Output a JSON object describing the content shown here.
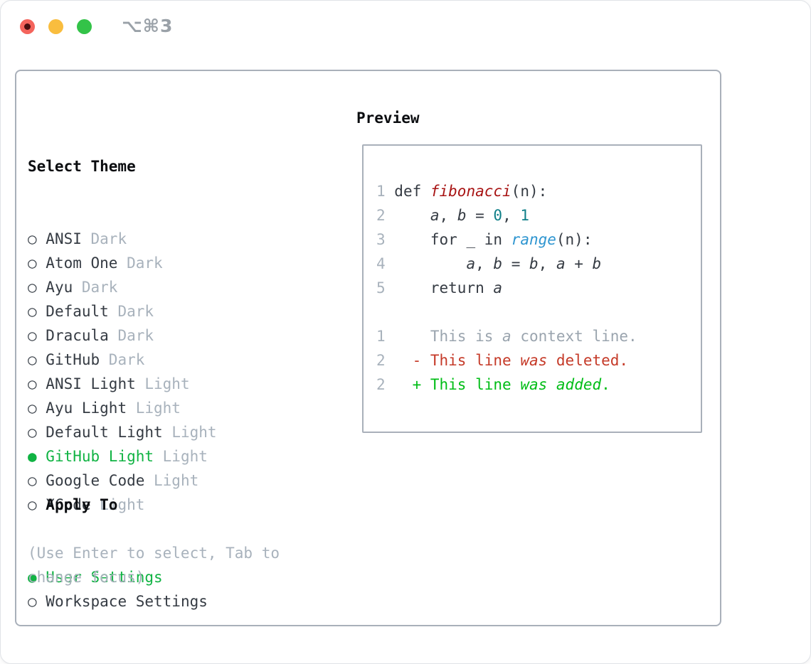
{
  "titlebar": {
    "shortcut": "⌥⌘3"
  },
  "colors": {
    "accent_green": "#10b343",
    "diff_add_green": "#00bd16",
    "diff_del_red": "#c53a28",
    "func_red": "#a81414",
    "number_teal": "#0f7f88",
    "builtin_blue": "#2e95d0",
    "text_dark": "#353b43",
    "header_black": "#0b0d10",
    "muted_gray": "#a8b2bc",
    "context_gray": "#9aa4ae",
    "panel_border": "#a9b0ba",
    "radio_outline": "#3e454d",
    "traffic_red": "#f4645c",
    "traffic_yellow": "#f9bd3e",
    "traffic_green": "#33c348",
    "shortcut_gray": "#9aa1a8"
  },
  "theme_panel": {
    "cursor": ">",
    "title": "Select Theme",
    "items": [
      {
        "name": "ANSI",
        "variant": "Dark",
        "selected": false
      },
      {
        "name": "Atom One",
        "variant": "Dark",
        "selected": false
      },
      {
        "name": "Ayu",
        "variant": "Dark",
        "selected": false
      },
      {
        "name": "Default",
        "variant": "Dark",
        "selected": false
      },
      {
        "name": "Dracula",
        "variant": "Dark",
        "selected": false
      },
      {
        "name": "GitHub",
        "variant": "Dark",
        "selected": false
      },
      {
        "name": "ANSI Light",
        "variant": "Light",
        "selected": false
      },
      {
        "name": "Ayu Light",
        "variant": "Light",
        "selected": false
      },
      {
        "name": "Default Light",
        "variant": "Light",
        "selected": false
      },
      {
        "name": "GitHub Light",
        "variant": "Light",
        "selected": true
      },
      {
        "name": "Google Code",
        "variant": "Light",
        "selected": false
      },
      {
        "name": "XCode",
        "variant": "Light",
        "selected": false
      }
    ],
    "apply_to": {
      "title": "Apply To",
      "options": [
        {
          "label": "User Settings",
          "selected": true
        },
        {
          "label": "Workspace Settings",
          "selected": false
        }
      ]
    },
    "hint": "(Use Enter to select, Tab to change focus)"
  },
  "preview": {
    "title": "Preview",
    "code_lines": [
      {
        "num": "1",
        "tokens": [
          {
            "t": "def ",
            "c": "plain"
          },
          {
            "t": "fibonacci",
            "c": "fn",
            "i": true
          },
          {
            "t": "(n):",
            "c": "plain"
          }
        ]
      },
      {
        "num": "2",
        "tokens": [
          {
            "t": "    ",
            "c": "plain"
          },
          {
            "t": "a",
            "c": "var",
            "i": true
          },
          {
            "t": ", ",
            "c": "plain"
          },
          {
            "t": "b",
            "c": "var",
            "i": true
          },
          {
            "t": " = ",
            "c": "plain"
          },
          {
            "t": "0",
            "c": "num"
          },
          {
            "t": ", ",
            "c": "plain"
          },
          {
            "t": "1",
            "c": "num"
          }
        ]
      },
      {
        "num": "3",
        "tokens": [
          {
            "t": "    for _ in ",
            "c": "plain"
          },
          {
            "t": "range",
            "c": "bi",
            "i": true
          },
          {
            "t": "(n):",
            "c": "plain"
          }
        ]
      },
      {
        "num": "4",
        "tokens": [
          {
            "t": "        ",
            "c": "plain"
          },
          {
            "t": "a",
            "c": "var",
            "i": true
          },
          {
            "t": ", ",
            "c": "plain"
          },
          {
            "t": "b",
            "c": "var",
            "i": true
          },
          {
            "t": " = ",
            "c": "plain"
          },
          {
            "t": "b",
            "c": "var",
            "i": true
          },
          {
            "t": ", ",
            "c": "plain"
          },
          {
            "t": "a",
            "c": "var",
            "i": true
          },
          {
            "t": " + ",
            "c": "plain"
          },
          {
            "t": "b",
            "c": "var",
            "i": true
          }
        ]
      },
      {
        "num": "5",
        "tokens": [
          {
            "t": "    return ",
            "c": "plain"
          },
          {
            "t": "a",
            "c": "var",
            "i": true
          }
        ]
      },
      {
        "num": "",
        "tokens": []
      },
      {
        "num": "1",
        "tokens": [
          {
            "t": "    This is ",
            "c": "ctx"
          },
          {
            "t": "a",
            "c": "ctx",
            "i": true
          },
          {
            "t": " context line.",
            "c": "ctx"
          }
        ]
      },
      {
        "num": "2",
        "tokens": [
          {
            "t": "  - This line ",
            "c": "del"
          },
          {
            "t": "was",
            "c": "del",
            "i": true
          },
          {
            "t": " deleted.",
            "c": "del"
          }
        ]
      },
      {
        "num": "2",
        "tokens": [
          {
            "t": "  + This line ",
            "c": "add"
          },
          {
            "t": "was",
            "c": "add",
            "i": true
          },
          {
            "t": " ",
            "c": "add"
          },
          {
            "t": "added",
            "c": "add",
            "i": true
          },
          {
            "t": ".",
            "c": "add"
          }
        ]
      }
    ]
  }
}
